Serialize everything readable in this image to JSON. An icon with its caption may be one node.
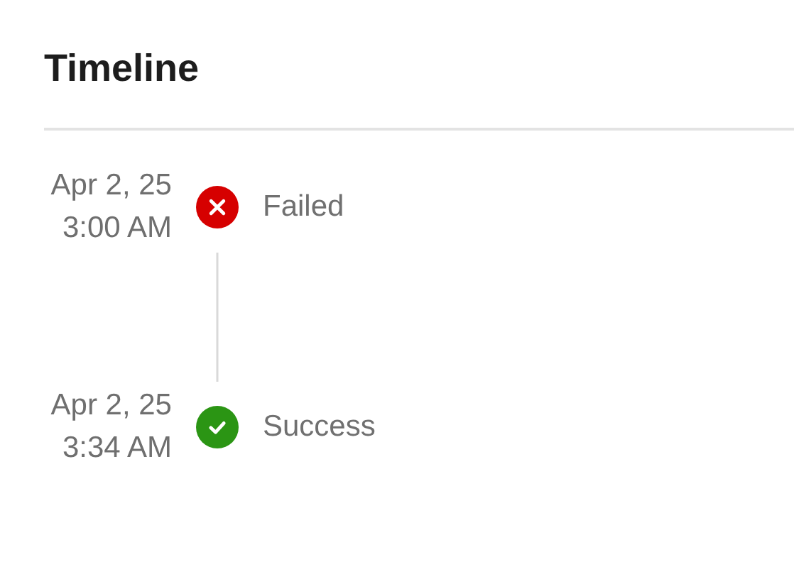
{
  "diagram": {
    "title": "Timeline",
    "nodes": [
      {
        "text": [],
        "shape": "circle",
        "beside": [
          "Apr 2, 25 3:00 AM",
          "Failed"
        ]
      },
      {
        "text": [],
        "shape": "circle",
        "beside": [
          "Apr 2, 25 3:34 AM",
          "Success"
        ]
      }
    ],
    "edges": [
      {
        "from": 0,
        "to": 1,
        "arrow": "none"
      }
    ]
  }
}
